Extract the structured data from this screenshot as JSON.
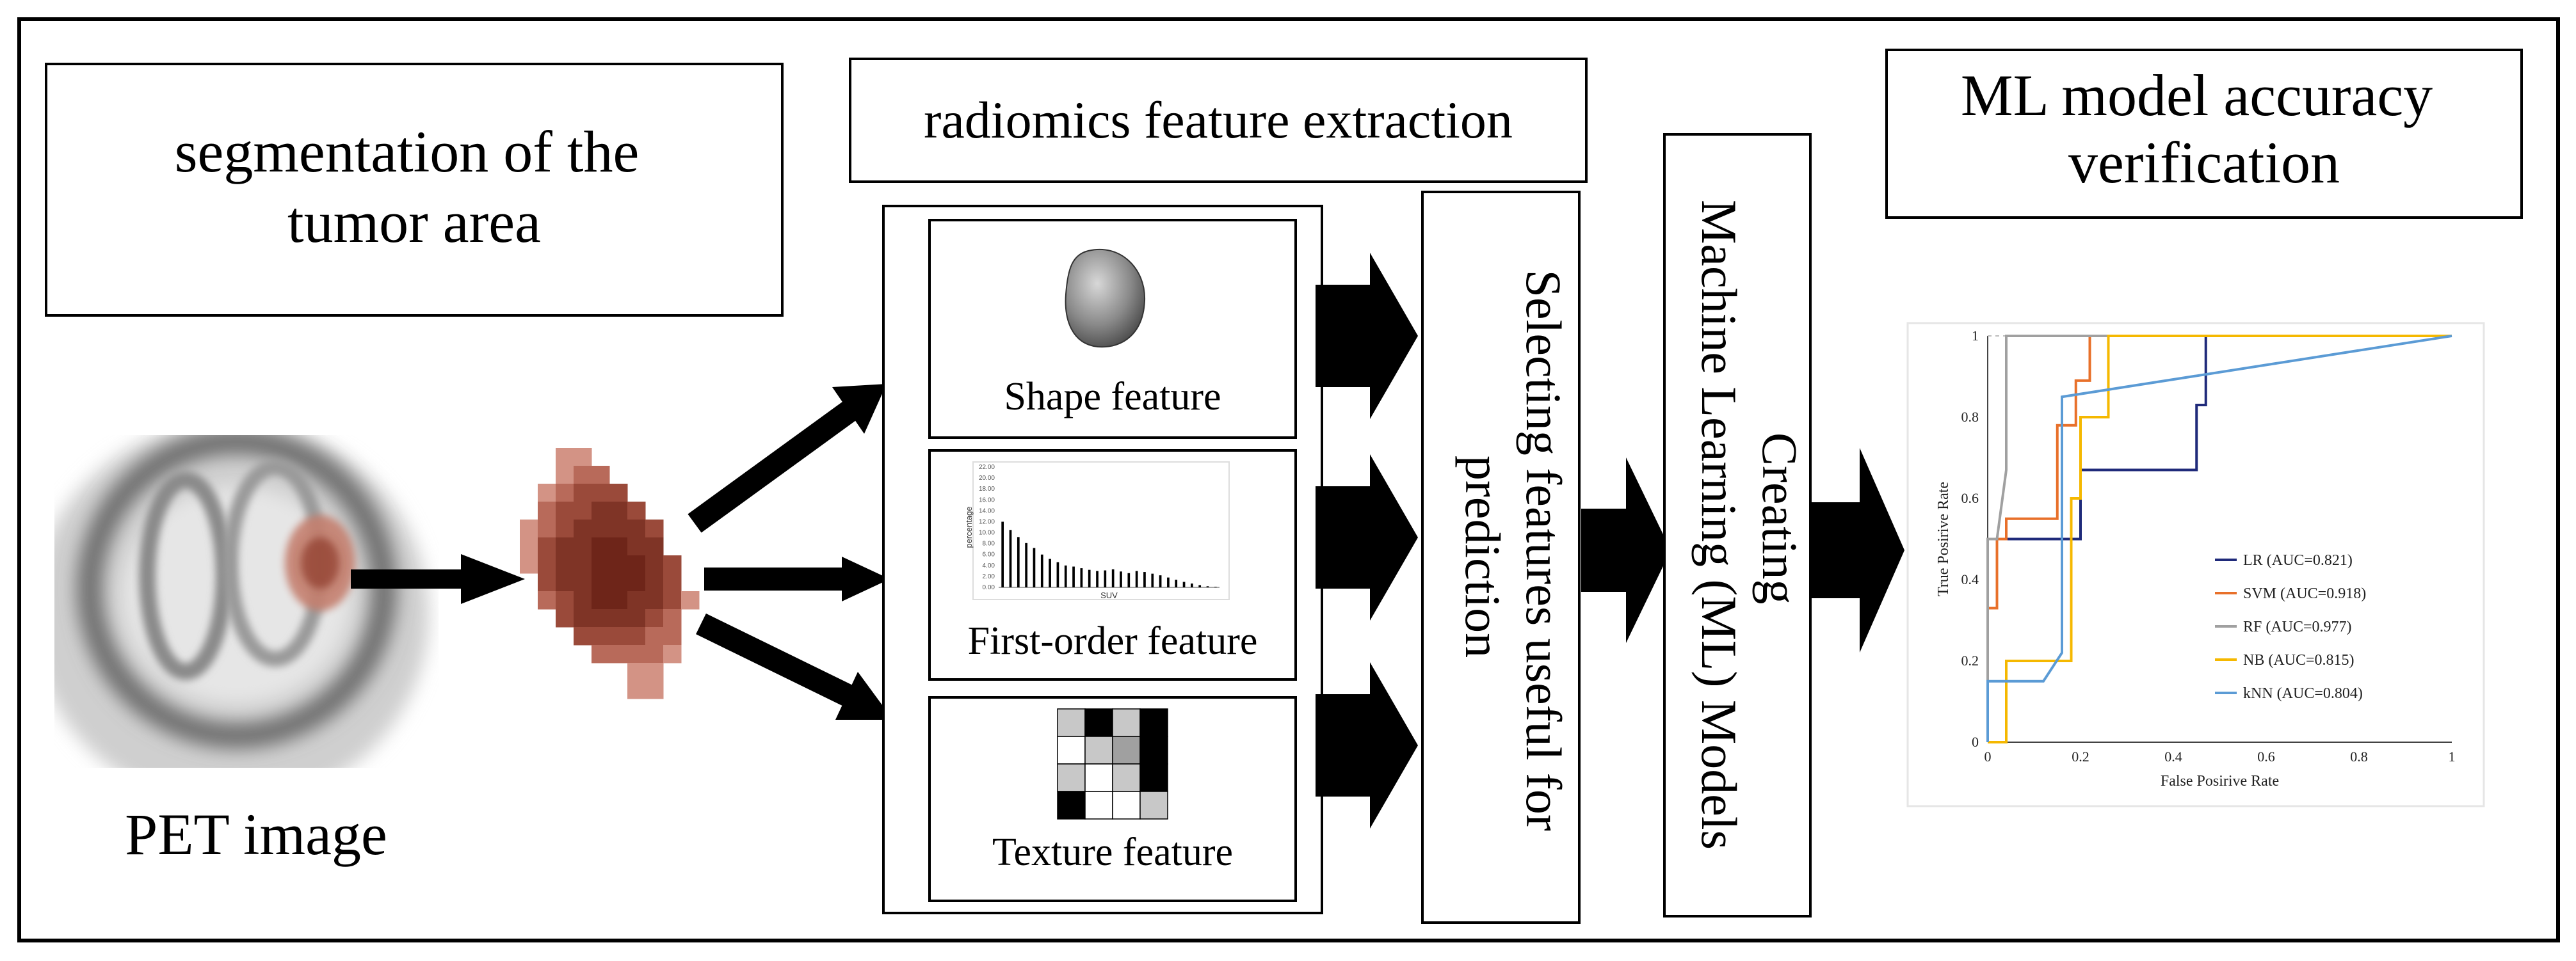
{
  "boxes": {
    "segmentation": "segmentation of the tumor area",
    "radiomics": "radiomics feature extraction",
    "selecting": "Selecting features useful for prediction",
    "creating": "Creating Machine Learning (ML) Models",
    "accuracy": "ML model accuracy verification"
  },
  "features": {
    "shape": "Shape feature",
    "first_order": "First-order feature",
    "texture": "Texture feature"
  },
  "pet_label": "PET image",
  "histogram": {
    "ylabel": "percentage",
    "xlabel": "SUV",
    "yticks": [
      "0.00",
      "2.00",
      "4.00",
      "6.00",
      "8.00",
      "10.00",
      "12.00",
      "14.00",
      "16.00",
      "18.00",
      "20.00",
      "22.00"
    ],
    "values": [
      12.0,
      10.5,
      9.2,
      8.1,
      7.2,
      6.0,
      5.2,
      4.6,
      4.0,
      3.8,
      3.5,
      3.2,
      3.0,
      3.1,
      3.3,
      2.9,
      2.6,
      3.0,
      2.8,
      2.5,
      2.2,
      1.8,
      1.4,
      1.0,
      0.7,
      0.4,
      0.2,
      0.1
    ]
  },
  "texture_grid": [
    [
      "#c8c8c8",
      "#000000",
      "#c8c8c8",
      "#000000"
    ],
    [
      "#ffffff",
      "#c8c8c8",
      "#a0a0a0",
      "#000000"
    ],
    [
      "#c8c8c8",
      "#ffffff",
      "#c8c8c8",
      "#000000"
    ],
    [
      "#000000",
      "#ffffff",
      "#ffffff",
      "#c8c8c8"
    ]
  ],
  "chart_data": {
    "type": "line",
    "xlabel": "False Posirive Rate",
    "ylabel": "True Posirive Rate",
    "xlim": [
      0,
      1
    ],
    "ylim": [
      0,
      1
    ],
    "xticks": [
      "0",
      "0.2",
      "0.4",
      "0.6",
      "0.8",
      "1"
    ],
    "yticks": [
      "0",
      "0.2",
      "0.4",
      "0.6",
      "0.8",
      "1"
    ],
    "grid": false,
    "legend_position": "right",
    "series": [
      {
        "name": "LR (AUC=0.821)",
        "color": "#1f2a7a",
        "x": [
          0,
          0,
          0.2,
          0.2,
          0.4,
          0.4,
          0.45,
          0.45,
          0.47,
          0.47,
          1
        ],
        "y": [
          0,
          0.5,
          0.5,
          0.67,
          0.67,
          0.67,
          0.67,
          0.83,
          0.83,
          1,
          1
        ]
      },
      {
        "name": "SVM (AUC=0.918)",
        "color": "#e8702a",
        "x": [
          0,
          0,
          0.02,
          0.02,
          0.04,
          0.04,
          0.15,
          0.15,
          0.19,
          0.19,
          0.22,
          0.22,
          1
        ],
        "y": [
          0,
          0.33,
          0.33,
          0.5,
          0.5,
          0.55,
          0.55,
          0.78,
          0.78,
          0.89,
          0.89,
          1,
          1
        ]
      },
      {
        "name": "RF (AUC=0.977)",
        "color": "#a0a0a0",
        "x": [
          0,
          0,
          0.02,
          0.04,
          0.04,
          1
        ],
        "y": [
          0,
          0.5,
          0.5,
          0.67,
          1,
          1
        ]
      },
      {
        "name": "NB (AUC=0.815)",
        "color": "#f5b800",
        "x": [
          0,
          0.04,
          0.04,
          0.18,
          0.18,
          0.2,
          0.2,
          0.26,
          0.26,
          1
        ],
        "y": [
          0,
          0,
          0.2,
          0.2,
          0.6,
          0.6,
          0.8,
          0.8,
          1,
          1
        ]
      },
      {
        "name": "kNN (AUC=0.804)",
        "color": "#5b9bd5",
        "x": [
          0,
          0,
          0.12,
          0.16,
          0.16,
          1
        ],
        "y": [
          0,
          0.15,
          0.15,
          0.22,
          0.85,
          1
        ]
      }
    ]
  }
}
